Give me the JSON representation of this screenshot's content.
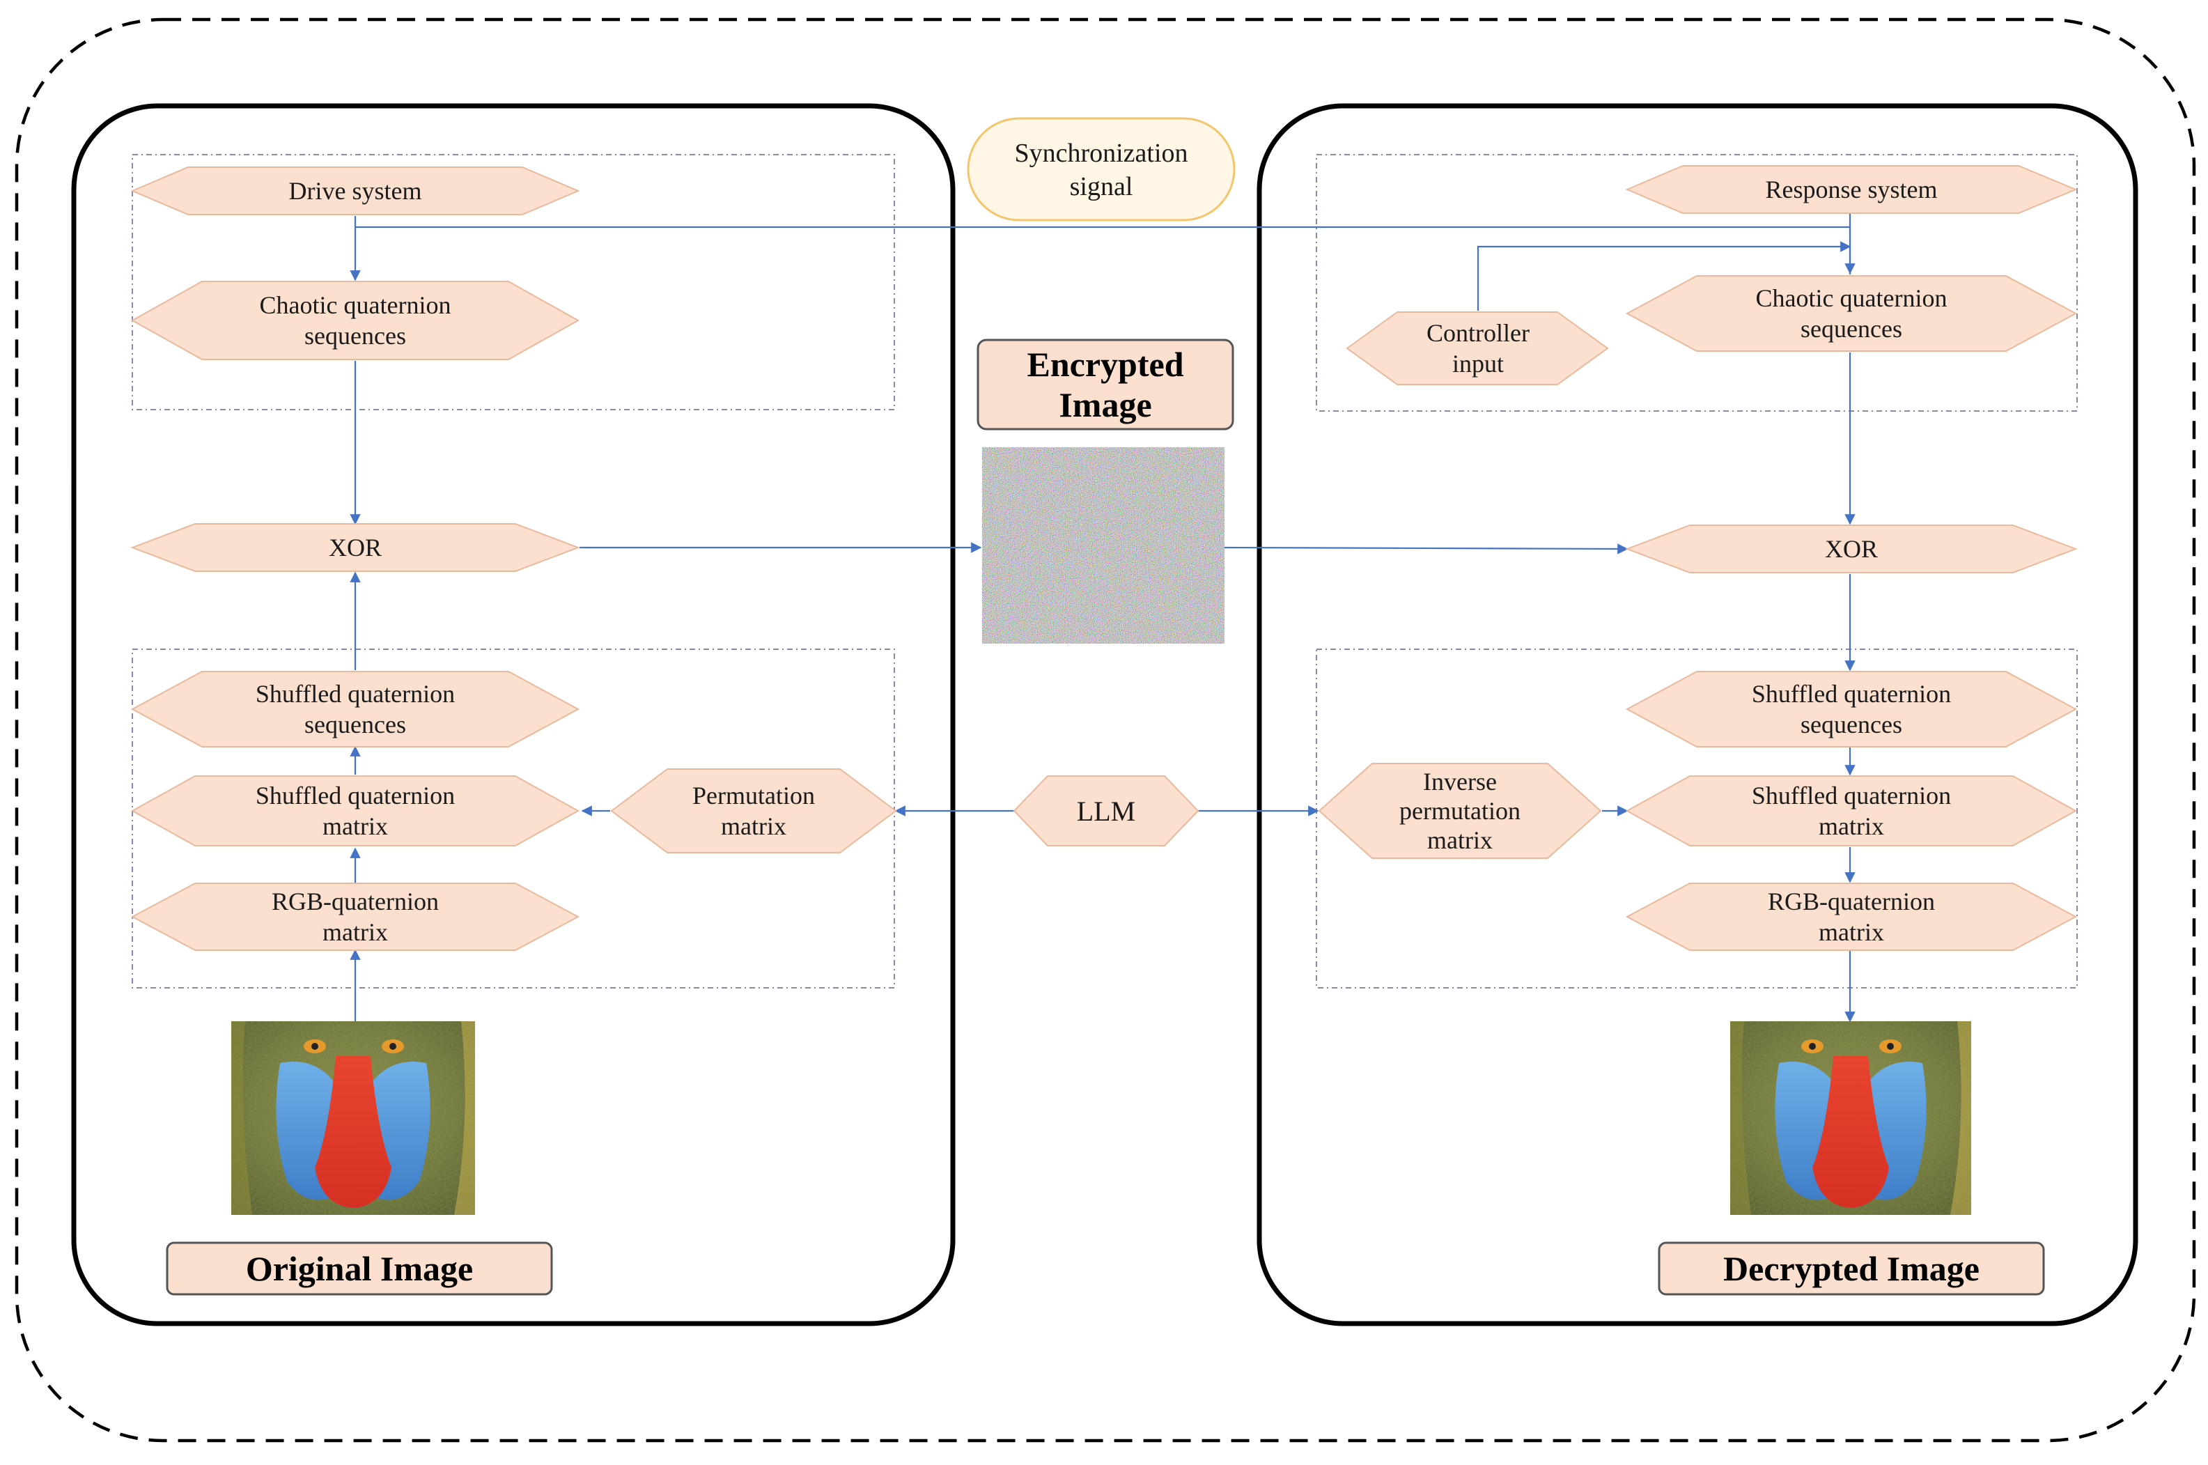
{
  "labels": {
    "drive_system": "Drive system",
    "chaotic_left": [
      "Chaotic quaternion",
      "sequences"
    ],
    "xor_left": "XOR",
    "shuffled_seq_left": [
      "Shuffled quaternion",
      "sequences"
    ],
    "shuffled_mat_left": [
      "Shuffled quaternion",
      "matrix"
    ],
    "rgb_left": [
      "RGB-quaternion",
      "matrix"
    ],
    "permutation": [
      "Permutation",
      "matrix"
    ],
    "sync": [
      "Synchronization",
      "signal"
    ],
    "encrypted": [
      "Encrypted",
      "Image"
    ],
    "llm": "LLM",
    "response_system": "Response system",
    "controller": [
      "Controller",
      "input"
    ],
    "chaotic_right": [
      "Chaotic quaternion",
      "sequences"
    ],
    "xor_right": "XOR",
    "shuffled_seq_right": [
      "Shuffled quaternion",
      "sequences"
    ],
    "inverse_perm": [
      "Inverse",
      "permutation",
      "matrix"
    ],
    "shuffled_mat_right": [
      "Shuffled quaternion",
      "matrix"
    ],
    "rgb_right": [
      "RGB-quaternion",
      "matrix"
    ],
    "original_image": "Original Image",
    "decrypted_image": "Decrypted Image"
  },
  "colors": {
    "node_fill": "#fbe0cf",
    "node_stroke": "#e8b99c",
    "connector": "#4472c4",
    "sync_fill": "#fff6e6",
    "sync_stroke": "#f2c66b"
  },
  "images": {
    "original": "mandrill-photo",
    "decrypted": "mandrill-photo",
    "encrypted": "noise-image"
  }
}
